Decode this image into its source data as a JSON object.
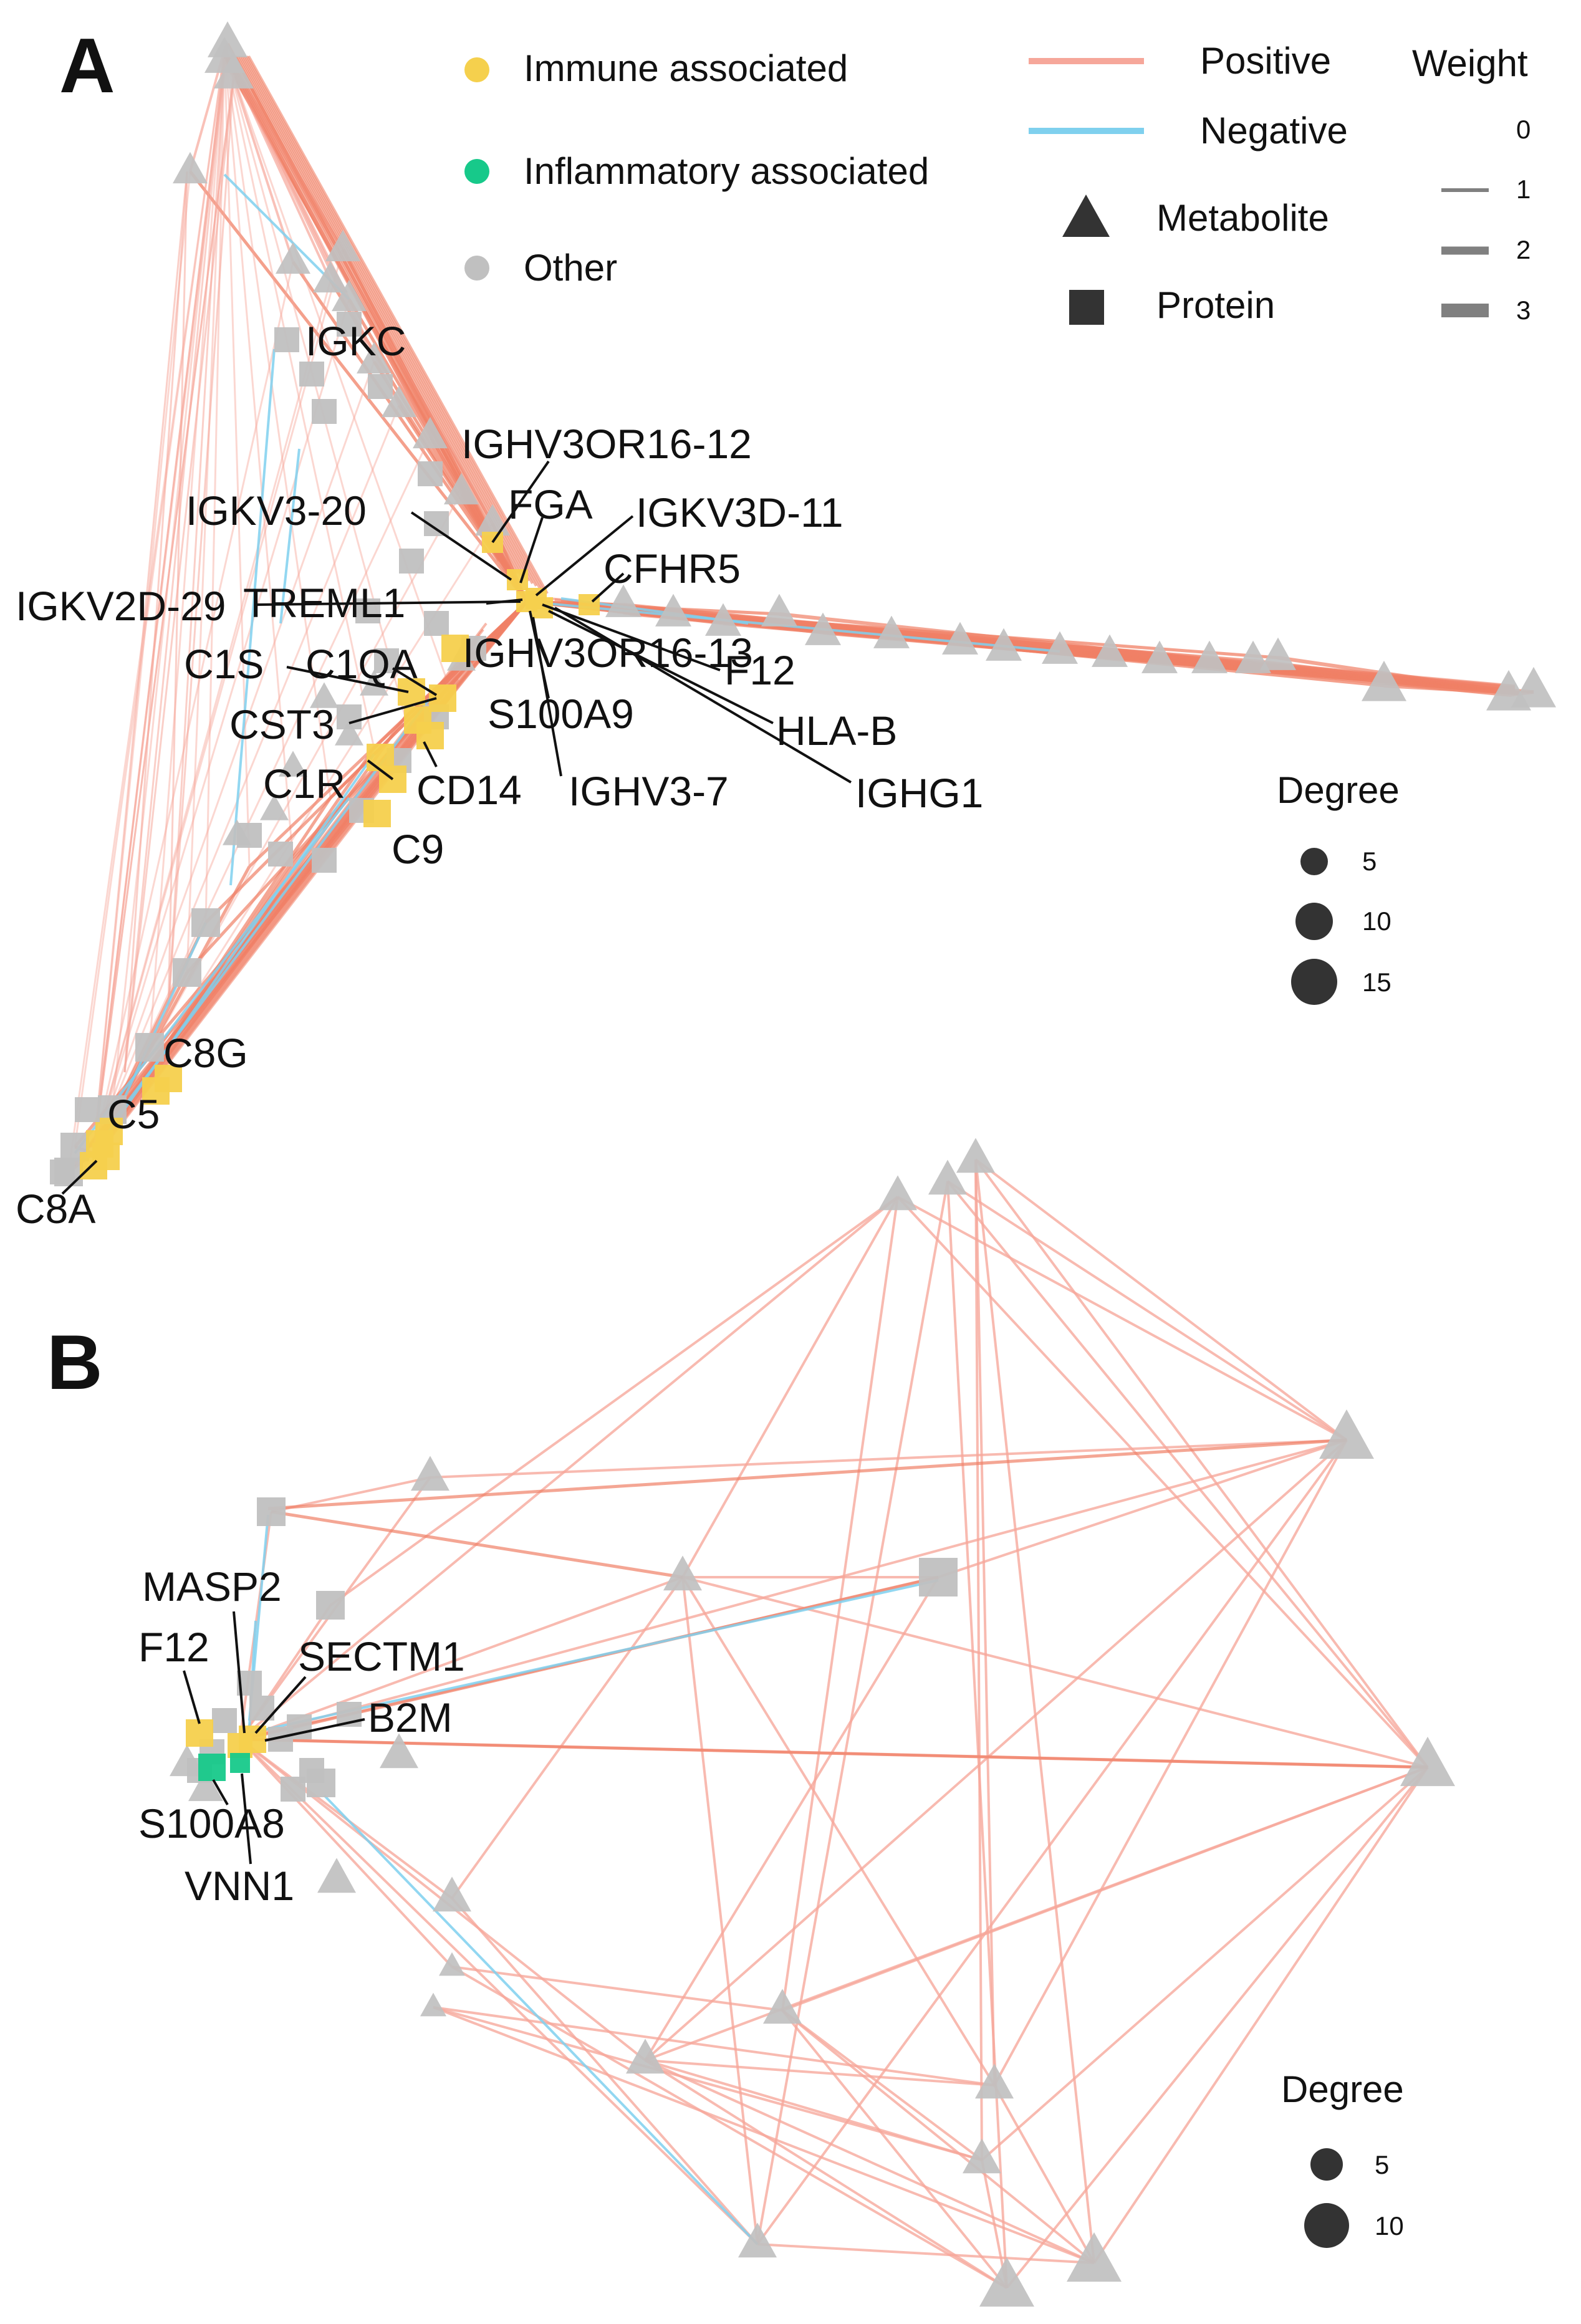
{
  "panels": [
    {
      "letter": "A",
      "legend": {
        "category": [
          {
            "label": "Immune associated",
            "color": "#f5d04d"
          },
          {
            "label": "Inflammatory associated",
            "color": "#17c98a"
          },
          {
            "label": "Other",
            "color": "#c0c0c0"
          }
        ],
        "edge_type": [
          {
            "label": "Positive",
            "color": "#f6a79a"
          },
          {
            "label": "Negative",
            "color": "#7fd0ee"
          }
        ],
        "shape": [
          {
            "label": "Metabolite",
            "shape": "triangle"
          },
          {
            "label": "Protein",
            "shape": "square"
          }
        ],
        "weight": {
          "title": "Weight",
          "values": [
            "0",
            "1",
            "2",
            "3"
          ]
        },
        "degree": {
          "title": "Degree",
          "values": [
            "5",
            "10",
            "15"
          ]
        }
      },
      "labels": [
        "IGKC",
        "IGHV3OR16-12",
        "FGA",
        "IGKV3-20",
        "IGKV3D-11",
        "CFHR5",
        "IGKV2D-29",
        "TREML1",
        "IGHV3OR16-13",
        "F12",
        "C1S",
        "C1QA",
        "S100A9",
        "HLA-B",
        "CST3",
        "C1R",
        "CD14",
        "IGHV3-7",
        "IGHG1",
        "C9",
        "C8G",
        "C5",
        "C8A"
      ]
    },
    {
      "letter": "B",
      "legend": {
        "degree": {
          "title": "Degree",
          "values": [
            "5",
            "10"
          ]
        }
      },
      "labels": [
        "MASP2",
        "F12",
        "SECTM1",
        "B2M",
        "S100A8",
        "VNN1"
      ]
    }
  ],
  "colors": {
    "positive_edge": "#f6a79a",
    "positive_edge_strong": "#f08066",
    "negative_edge": "#7fd0ee",
    "immune": "#f5d04d",
    "inflammatory": "#17c98a",
    "other": "#c0c0c0",
    "legend_marker": "#333333"
  }
}
